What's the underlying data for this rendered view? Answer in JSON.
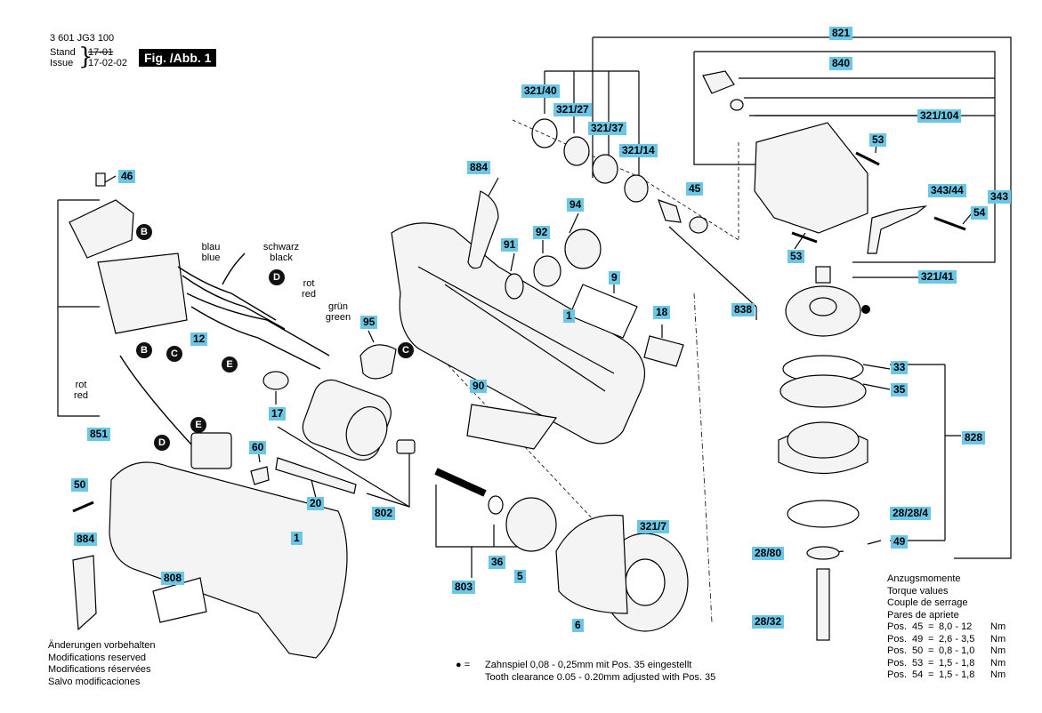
{
  "header": {
    "doc_number": "3 601 JG3 100",
    "stand_label": "Stand",
    "issue_label": "Issue",
    "old_date": "17-01",
    "new_date": "17-02-02",
    "fig_label": "Fig. /Abb. 1"
  },
  "parts": [
    {
      "id": "p821",
      "text": "821"
    },
    {
      "id": "p840",
      "text": "840"
    },
    {
      "id": "p321_40",
      "text": "321/40"
    },
    {
      "id": "p321_27",
      "text": "321/27"
    },
    {
      "id": "p321_37",
      "text": "321/37"
    },
    {
      "id": "p321_14",
      "text": "321/14"
    },
    {
      "id": "p321_104",
      "text": "321/104"
    },
    {
      "id": "p53a",
      "text": "53"
    },
    {
      "id": "p343_44",
      "text": "343/44"
    },
    {
      "id": "p343",
      "text": "343"
    },
    {
      "id": "p54",
      "text": "54"
    },
    {
      "id": "p53b",
      "text": "53"
    },
    {
      "id": "p321_41",
      "text": "321/41"
    },
    {
      "id": "p46",
      "text": "46"
    },
    {
      "id": "p884a",
      "text": "884"
    },
    {
      "id": "p94",
      "text": "94"
    },
    {
      "id": "p45",
      "text": "45"
    },
    {
      "id": "p91",
      "text": "91"
    },
    {
      "id": "p92",
      "text": "92"
    },
    {
      "id": "p9",
      "text": "9"
    },
    {
      "id": "p838",
      "text": "838"
    },
    {
      "id": "p1a",
      "text": "1"
    },
    {
      "id": "p18",
      "text": "18"
    },
    {
      "id": "p12",
      "text": "12"
    },
    {
      "id": "p95",
      "text": "95"
    },
    {
      "id": "p33",
      "text": "33"
    },
    {
      "id": "p35",
      "text": "35"
    },
    {
      "id": "p90",
      "text": "90"
    },
    {
      "id": "p17",
      "text": "17"
    },
    {
      "id": "p851",
      "text": "851"
    },
    {
      "id": "p828",
      "text": "828"
    },
    {
      "id": "p60",
      "text": "60"
    },
    {
      "id": "p50",
      "text": "50"
    },
    {
      "id": "p20",
      "text": "20"
    },
    {
      "id": "p802",
      "text": "802"
    },
    {
      "id": "p28_28_4",
      "text": "28/28/4"
    },
    {
      "id": "p321_7",
      "text": "321/7"
    },
    {
      "id": "p49",
      "text": "49"
    },
    {
      "id": "p884b",
      "text": "884"
    },
    {
      "id": "p1b",
      "text": "1"
    },
    {
      "id": "p28_80",
      "text": "28/80"
    },
    {
      "id": "p36",
      "text": "36"
    },
    {
      "id": "p808",
      "text": "808"
    },
    {
      "id": "p5",
      "text": "5"
    },
    {
      "id": "p803",
      "text": "803"
    },
    {
      "id": "p6",
      "text": "6"
    },
    {
      "id": "p28_32",
      "text": "28/32"
    }
  ],
  "connectors": [
    {
      "id": "cB1",
      "text": "B"
    },
    {
      "id": "cD1",
      "text": "D"
    },
    {
      "id": "cC1",
      "text": "C"
    },
    {
      "id": "cE1",
      "text": "E"
    },
    {
      "id": "cB2",
      "text": "B"
    },
    {
      "id": "cC2",
      "text": "C"
    },
    {
      "id": "cC3",
      "text": "C"
    },
    {
      "id": "cE2",
      "text": "E"
    },
    {
      "id": "cD2",
      "text": "D"
    }
  ],
  "wires": {
    "blau": "blau",
    "blue": "blue",
    "schwarz": "schwarz",
    "black": "black",
    "rot1": "rot",
    "red1": "red",
    "gruen": "grün",
    "green": "green",
    "rot2": "rot",
    "red2": "red"
  },
  "footer": {
    "changes": [
      "Änderungen vorbehalten",
      "Modifications reserved",
      "Modifications réservées",
      "Salvo modificaciones"
    ],
    "clearance_symbol": "● =",
    "clearance_de": "Zahnspiel 0,08 - 0,25mm mit Pos. 35 eingestellt",
    "clearance_en": "Tooth clearance 0.05 - 0.20mm adjusted with Pos. 35"
  },
  "torque": {
    "titles": [
      "Anzugsmomente",
      "Torque values",
      "Couple de serrage",
      "Pares de apriete"
    ],
    "rows": [
      {
        "pos": "Pos.",
        "num": "45",
        "eq": "=",
        "val": "8,0 - 12",
        "unit": "Nm"
      },
      {
        "pos": "Pos.",
        "num": "49",
        "eq": "=",
        "val": "2,6 - 3,5",
        "unit": "Nm"
      },
      {
        "pos": "Pos.",
        "num": "50",
        "eq": "=",
        "val": "0,8 - 1,0",
        "unit": "Nm"
      },
      {
        "pos": "Pos.",
        "num": "53",
        "eq": "=",
        "val": "1,5 - 1,8",
        "unit": "Nm"
      },
      {
        "pos": "Pos.",
        "num": "54",
        "eq": "=",
        "val": "1,5 - 1,8",
        "unit": "Nm"
      }
    ]
  },
  "colors": {
    "label_bg": "#6cc6e6",
    "ink": "#000000"
  }
}
